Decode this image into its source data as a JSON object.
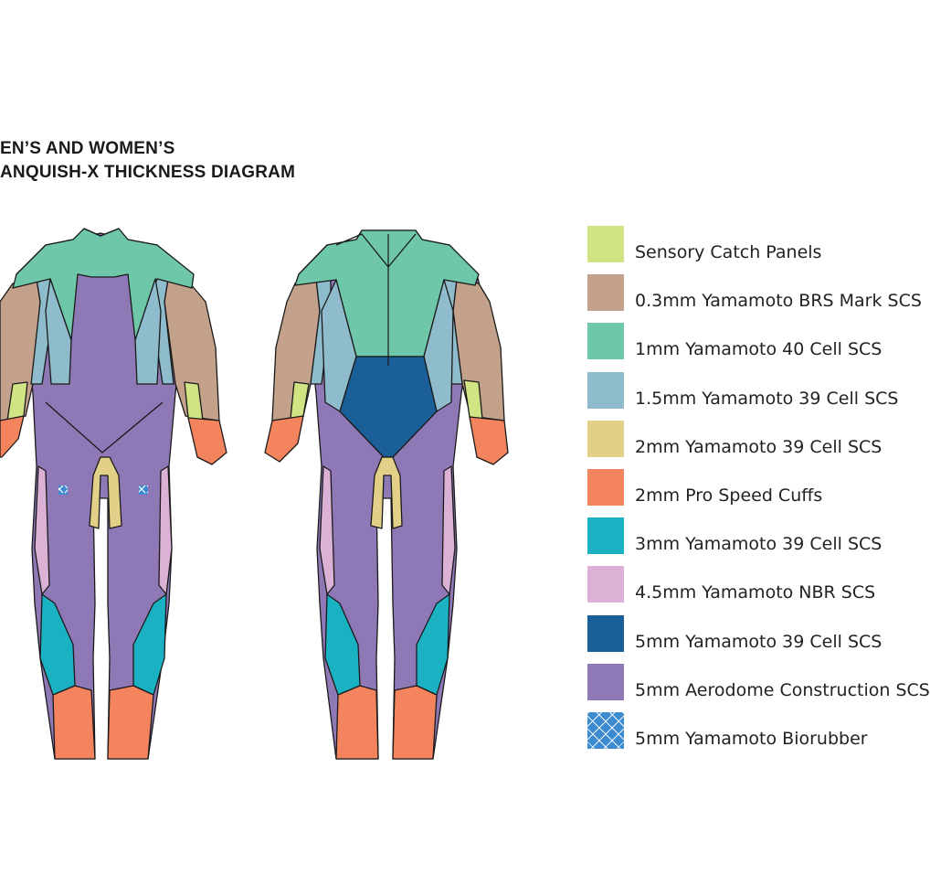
{
  "title": {
    "line1": "EN’S AND WOMEN’S",
    "line2": "ANQUISH-X THICKNESS DIAGRAM"
  },
  "colors": {
    "sensory": "#d1e484",
    "brs": "#c4a18a",
    "cell40": "#6ec7a9",
    "cell39_15": "#8fbccc",
    "cell39_2": "#e2cf88",
    "cuffs": "#f4845e",
    "cell39_3": "#1ab2c3",
    "nbr": "#dbb1d5",
    "cell39_5": "#1a5f97",
    "aerodome": "#8f78b6",
    "biorubber": "#3c8bd0",
    "outline": "#1a1a1a"
  },
  "legend": [
    {
      "label": "Sensory Catch Panels",
      "color": "#d1e484",
      "icon": "solid-swatch"
    },
    {
      "label": "0.3mm Yamamoto BRS Mark SCS",
      "color": "#c4a18a",
      "icon": "solid-swatch"
    },
    {
      "label": "1mm Yamamoto 40 Cell SCS",
      "color": "#6ec7a9",
      "icon": "solid-swatch"
    },
    {
      "label": "1.5mm Yamamoto 39 Cell SCS",
      "color": "#8fbccc",
      "icon": "solid-swatch"
    },
    {
      "label": "2mm Yamamoto 39 Cell SCS",
      "color": "#e2cf88",
      "icon": "solid-swatch"
    },
    {
      "label": "2mm Pro Speed Cuffs",
      "color": "#f4845e",
      "icon": "solid-swatch"
    },
    {
      "label": "3mm Yamamoto 39 Cell SCS",
      "color": "#1ab2c3",
      "icon": "solid-swatch"
    },
    {
      "label": "4.5mm Yamamoto NBR SCS",
      "color": "#dbb1d5",
      "icon": "solid-swatch"
    },
    {
      "label": "5mm Yamamoto 39 Cell SCS",
      "color": "#1a5f97",
      "icon": "solid-swatch"
    },
    {
      "label": "5mm Aerodome Construction SCS",
      "color": "#8f78b6",
      "icon": "solid-swatch"
    },
    {
      "label": "5mm Yamamoto Biorubber",
      "color": "#3c8bd0",
      "icon": "crosshatch-swatch"
    }
  ]
}
